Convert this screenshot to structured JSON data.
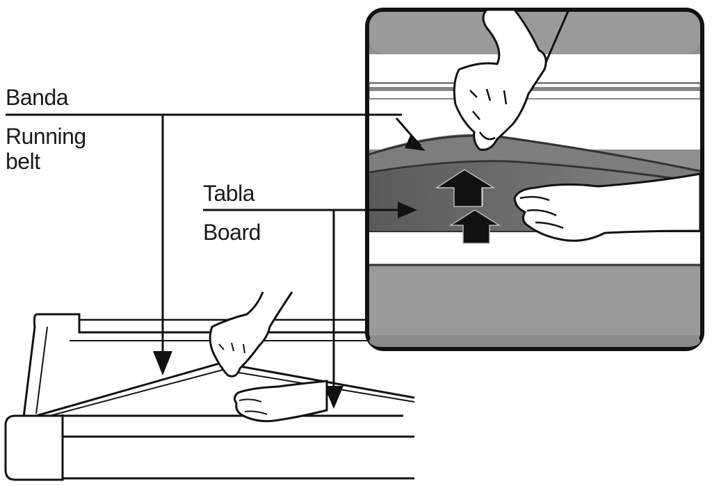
{
  "labels": {
    "belt_es": "Banda",
    "belt_en_line1": "Running",
    "belt_en_line2": "belt",
    "board_es": "Tabla",
    "board_en": "Board"
  }
}
